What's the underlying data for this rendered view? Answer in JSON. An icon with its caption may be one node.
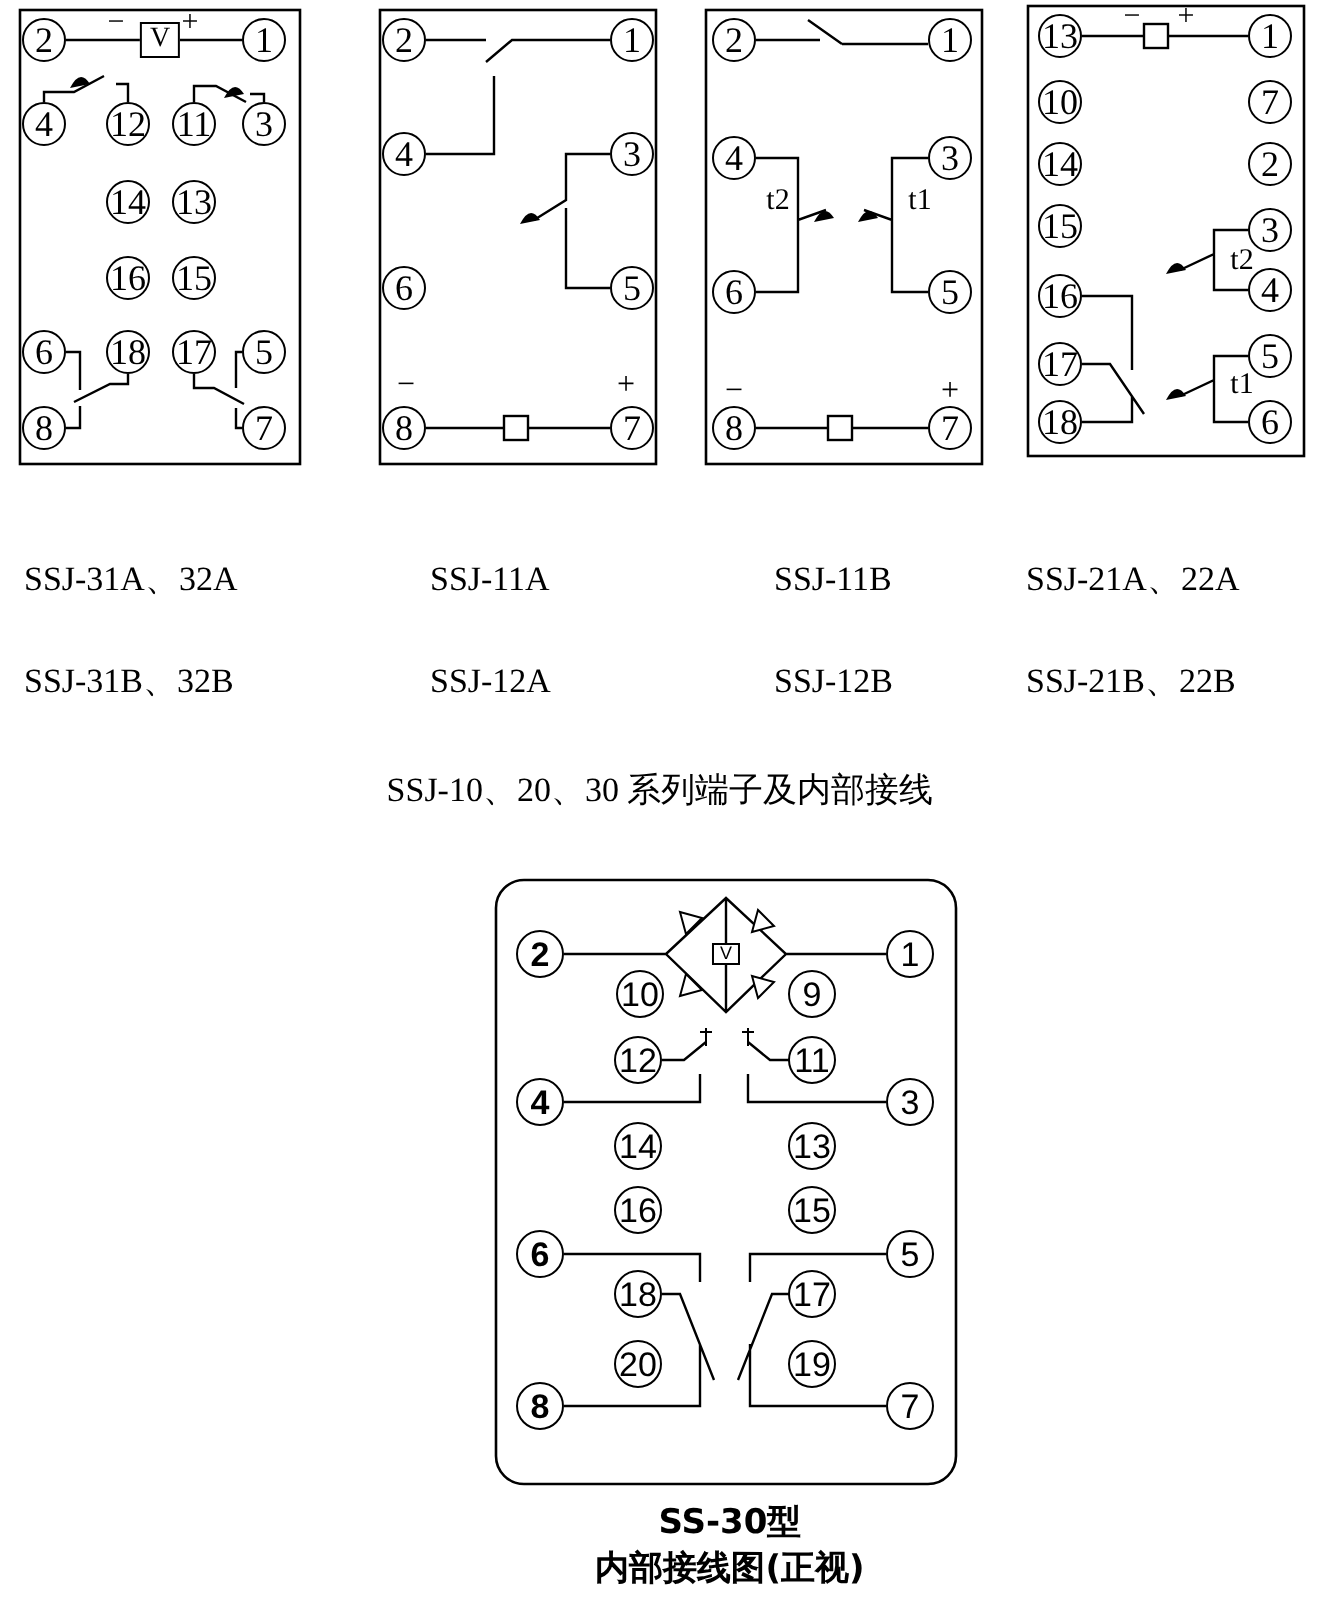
{
  "diagram": {
    "labels": [
      "2",
      "−",
      "V",
      "+",
      "1",
      "4",
      "12",
      "11",
      "3",
      "14",
      "13",
      "16",
      "15",
      "6",
      "18",
      "17",
      "5",
      "8",
      "7",
      "2",
      "1",
      "4",
      "3",
      "6",
      "5",
      "−",
      "+",
      "8",
      "7",
      "2",
      "1",
      "4",
      "3",
      "t2",
      "t1",
      "6",
      "5",
      "−",
      "+",
      "8",
      "7",
      "13",
      "−",
      "+",
      "1",
      "10",
      "7",
      "14",
      "2",
      "15",
      "3",
      "t2",
      "16",
      "4",
      "17",
      "5",
      "t1",
      "18",
      "6",
      "SSJ-31A、32A",
      "SSJ-11A",
      "SSJ-11B",
      "SSJ-21A、22A",
      "SSJ-31B、32B",
      "SSJ-12A",
      "SSJ-12B",
      "SSJ-21B、22B",
      "SSJ-10、20、30 系列端子及内部接线",
      "V",
      "2",
      "1",
      "10",
      "9",
      "12",
      "11",
      "4",
      "3",
      "14",
      "13",
      "16",
      "15",
      "6",
      "5",
      "18",
      "17",
      "20",
      "19",
      "8",
      "7",
      "SS-30型",
      "内部接线图(正视)"
    ]
  }
}
